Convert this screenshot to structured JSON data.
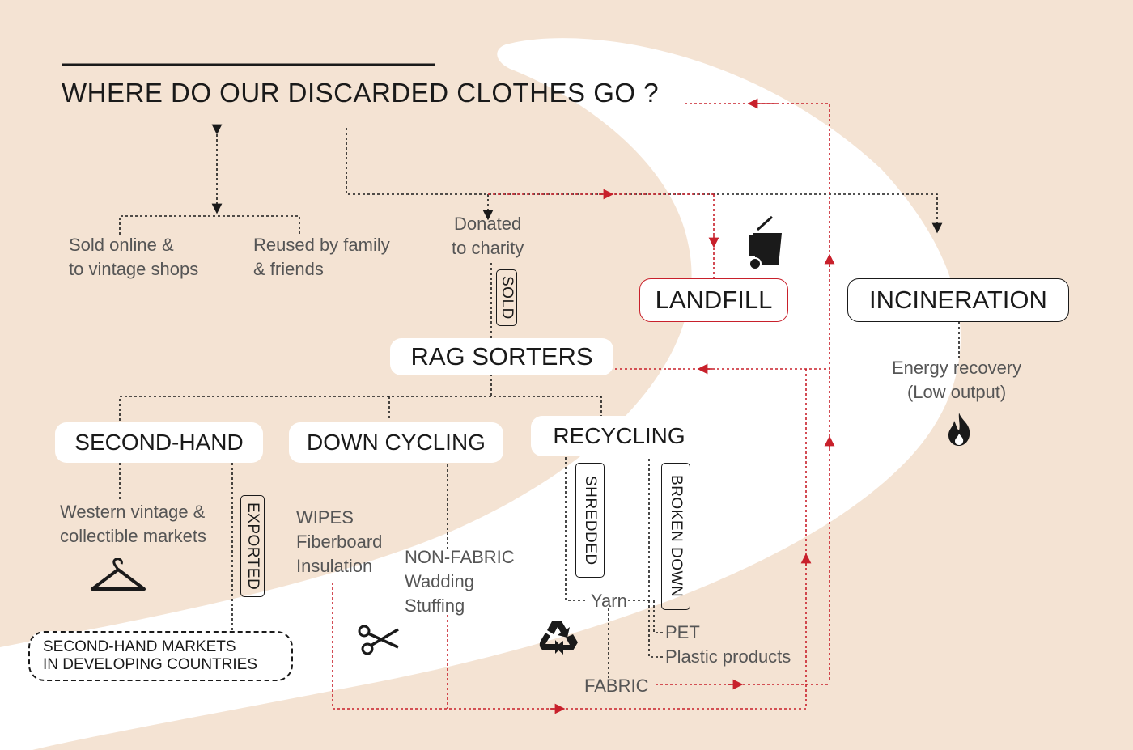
{
  "title": "WHERE DO OUR DISCARDED CLOTHES GO ?",
  "nodes": {
    "sold_online_1": "Sold online &",
    "sold_online_2": "to vintage shops",
    "reused_1": "Reused by family",
    "reused_2": "& friends",
    "donated_1": "Donated",
    "donated_2": "to charity",
    "sold": "SOLD",
    "landfill": "LANDFILL",
    "incineration": "INCINERATION",
    "energy_1": "Energy recovery",
    "energy_2": "(Low output)",
    "rag_sorters": "RAG SORTERS",
    "second_hand": "SECOND-HAND",
    "down_cycling": "DOWN CYCLING",
    "recycling": "RECYCLING",
    "western_1": "Western vintage &",
    "western_2": "collectible markets",
    "exported": "EXPORTED",
    "markets_1": "SECOND-HAND MARKETS",
    "markets_2": "IN DEVELOPING COUNTRIES",
    "wipes_1": "WIPES",
    "wipes_2": "Fiberboard",
    "wipes_3": "Insulation",
    "nonfabric_1": "NON-FABRIC",
    "nonfabric_2": "Wadding",
    "nonfabric_3": "Stuffing",
    "shredded": "SHREDDED",
    "broken_down": "BROKEN DOWN",
    "yarn": "Yarn",
    "pet": "PET",
    "plastic": "Plastic products",
    "fabric": "FABRIC"
  },
  "icons": {
    "bin": "wheelie-bin-icon",
    "fire": "fire-icon",
    "hanger": "hanger-icon",
    "scissors": "scissors-icon",
    "recycle": "recycle-icon"
  },
  "colors": {
    "background": "#f4e3d3",
    "swoosh": "#ffffff",
    "accent_red": "#c8202b",
    "ink": "#1a1a1a"
  }
}
